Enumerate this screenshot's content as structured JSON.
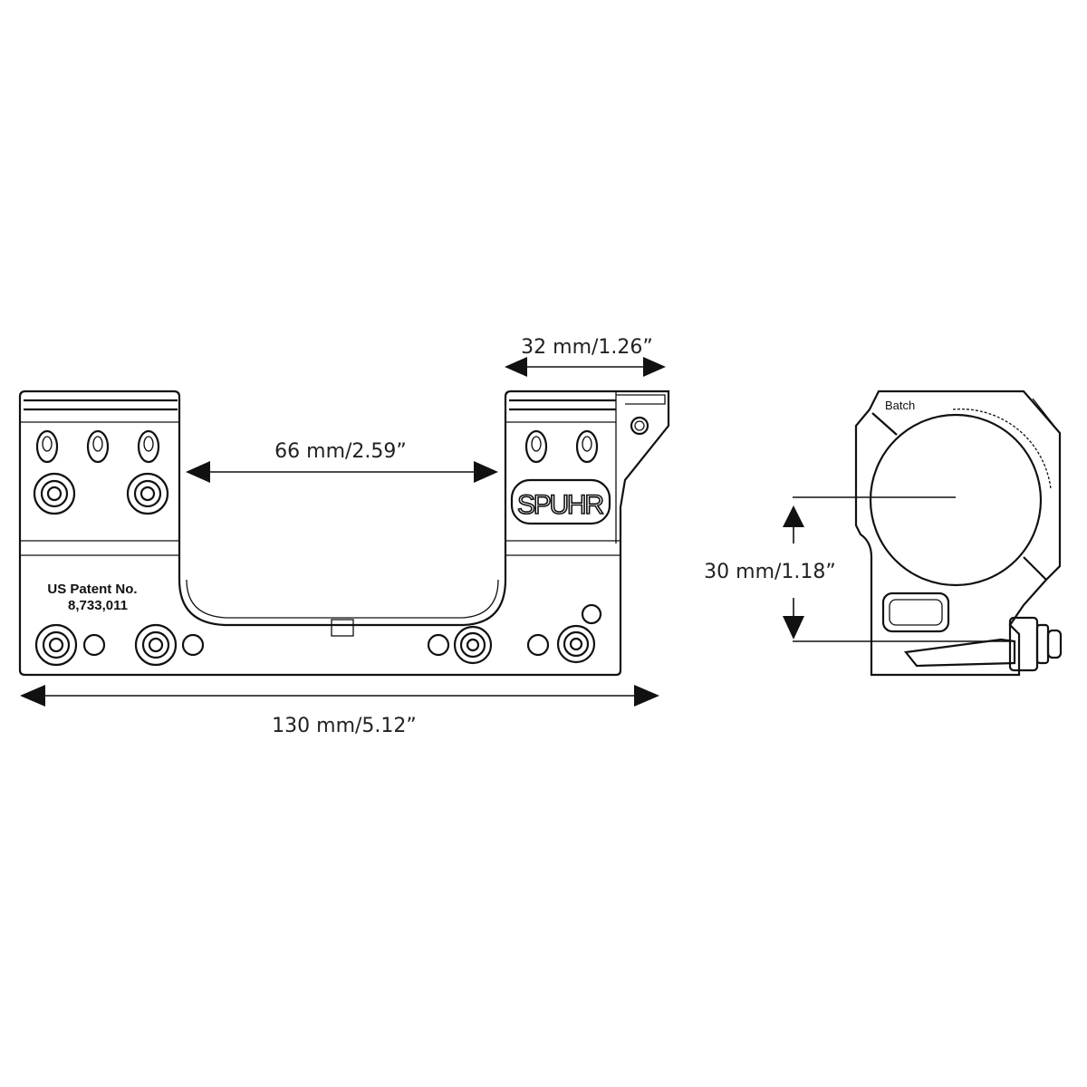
{
  "dimensions": {
    "ring_width": "32 mm/1.26”",
    "ring_spacing": "66 mm/2.59”",
    "overall_length": "130 mm/5.12”",
    "center_height": "30 mm/1.18”"
  },
  "engravings": {
    "patent_line1": "US Patent No.",
    "patent_line2": "8,733,011",
    "brand": "SPUHR",
    "batch": "Batch"
  },
  "colors": {
    "line": "#111111",
    "background": "#ffffff"
  }
}
